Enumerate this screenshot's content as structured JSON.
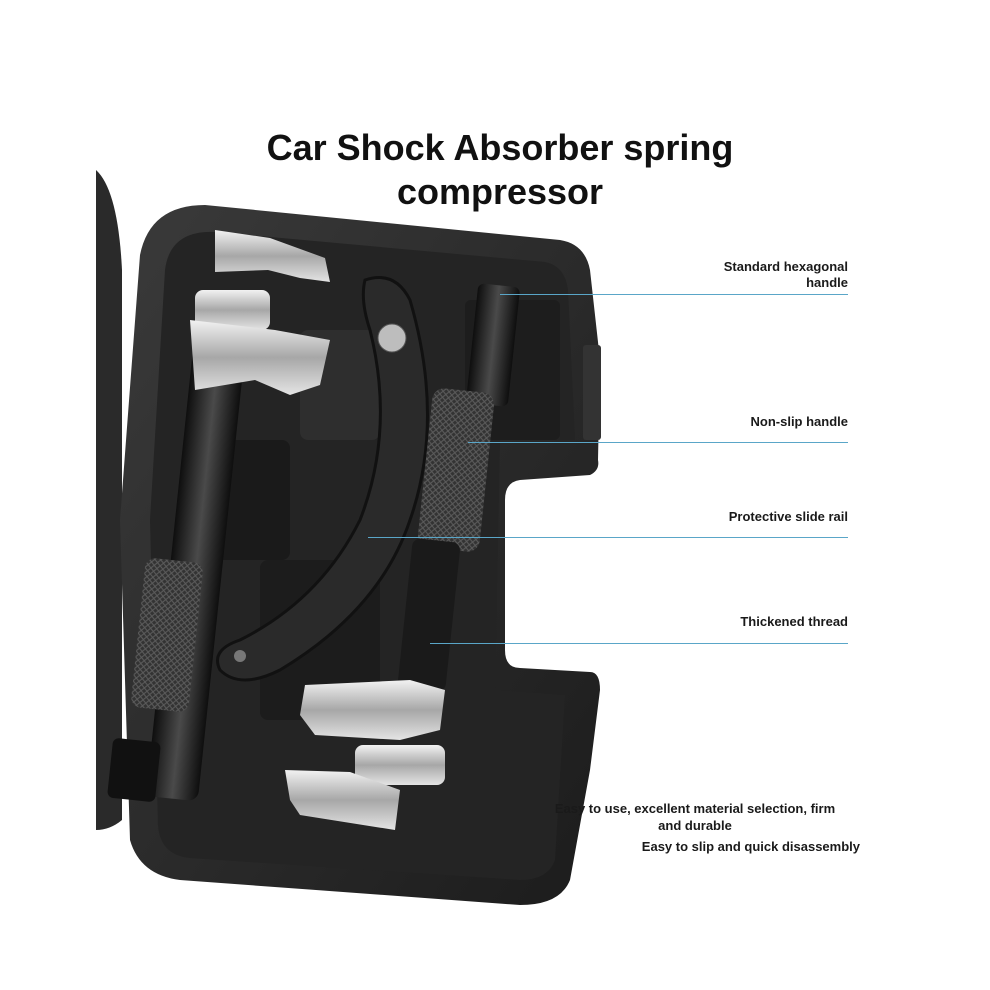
{
  "title_line1": "Car Shock Absorber spring",
  "title_line2": "compressor",
  "callouts": [
    {
      "line1": "Standard hexagonal",
      "line2": "handle"
    },
    {
      "line1": "Non-slip handle",
      "line2": ""
    },
    {
      "line1": "Protective slide rail",
      "line2": ""
    },
    {
      "line1": "Thickened thread",
      "line2": ""
    }
  ],
  "notes": {
    "note1_line1": "Easy to use, excellent material selection, firm",
    "note1_line2": "and durable",
    "note2": "Easy to slip and quick disassembly"
  },
  "colors": {
    "case": "#2b2b2b",
    "case_inner": "#1e1e1e",
    "metal": "#c8c8c8",
    "callout_line": "#5aa6c8"
  }
}
